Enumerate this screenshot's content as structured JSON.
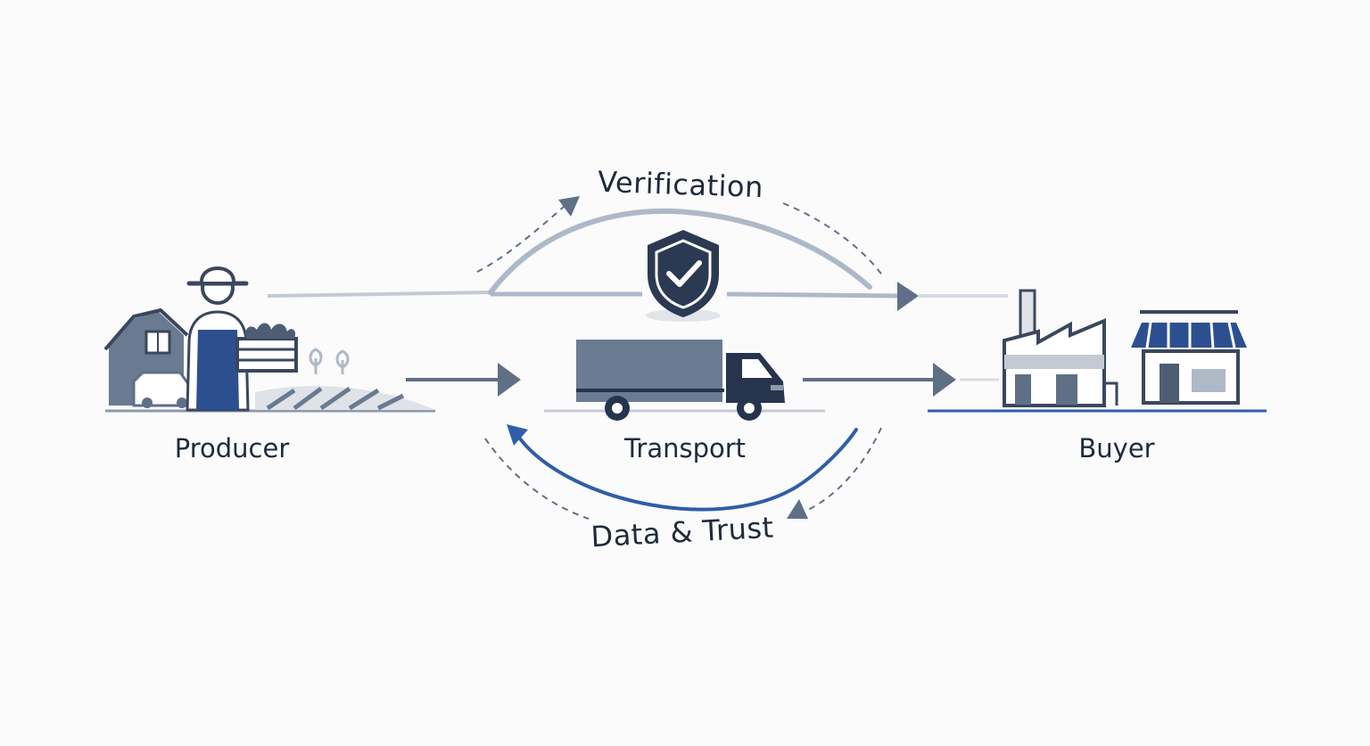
{
  "diagram": {
    "nodes": [
      {
        "id": "producer",
        "label": "Producer",
        "icon": "farmer-icon"
      },
      {
        "id": "transport",
        "label": "Transport",
        "icon": "truck-icon"
      },
      {
        "id": "buyer",
        "label": "Buyer",
        "icon": "factory-store-icon"
      }
    ],
    "arcs": {
      "top": {
        "label": "Verification",
        "icon": "shield-check-icon"
      },
      "bottom": {
        "label": "Data & Trust"
      }
    }
  },
  "colors": {
    "navy": "#26344d",
    "slate": "#5f6f86",
    "gray": "#8e9aab",
    "light_gray": "#c4cad3",
    "blue": "#2f5ea8",
    "pale_blue": "#aeb9c8"
  }
}
